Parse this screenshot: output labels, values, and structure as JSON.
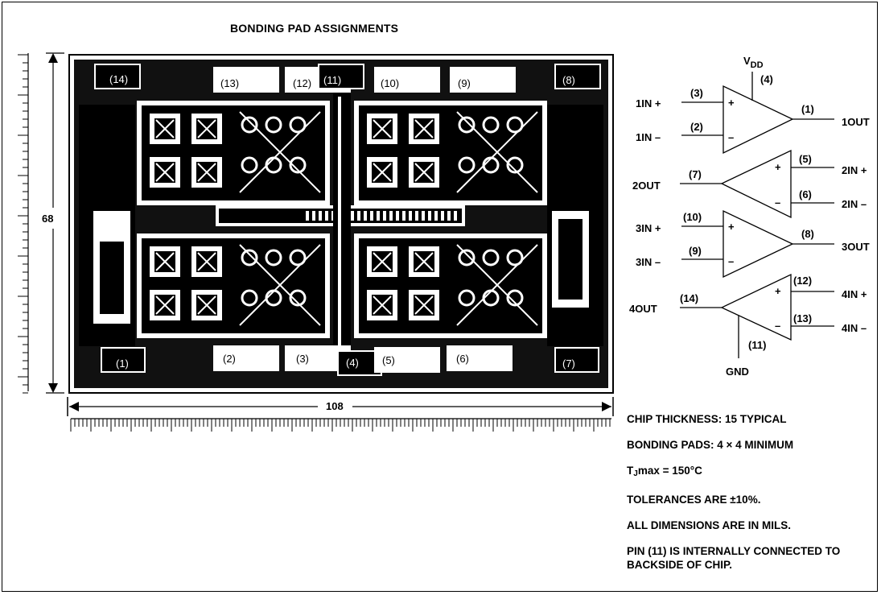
{
  "title": "BONDING PAD ASSIGNMENTS",
  "dimensions": {
    "height": "68",
    "width": "108"
  },
  "chip_pads": [
    {
      "id": "pad-14",
      "label": "(14)"
    },
    {
      "id": "pad-13",
      "label": "(13)"
    },
    {
      "id": "pad-12",
      "label": "(12)"
    },
    {
      "id": "pad-11",
      "label": "(11)"
    },
    {
      "id": "pad-10",
      "label": "(10)"
    },
    {
      "id": "pad-9",
      "label": "(9)"
    },
    {
      "id": "pad-8",
      "label": "(8)"
    },
    {
      "id": "pad-1",
      "label": "(1)"
    },
    {
      "id": "pad-2",
      "label": "(2)"
    },
    {
      "id": "pad-3",
      "label": "(3)"
    },
    {
      "id": "pad-4",
      "label": "(4)"
    },
    {
      "id": "pad-5",
      "label": "(5)"
    },
    {
      "id": "pad-6",
      "label": "(6)"
    },
    {
      "id": "pad-7",
      "label": "(7)"
    }
  ],
  "schematic": {
    "vdd": {
      "main": "V",
      "sub": "DD",
      "pin": "(4)"
    },
    "gnd": {
      "label": "GND",
      "pin": "(11)"
    },
    "amp1": {
      "in_plus": "1IN +",
      "in_plus_pin": "(3)",
      "in_minus": "1IN –",
      "in_minus_pin": "(2)",
      "out": "1OUT",
      "out_pin": "(1)"
    },
    "amp2": {
      "in_plus": "2IN +",
      "in_plus_pin": "(5)",
      "in_minus": "2IN –",
      "in_minus_pin": "(6)",
      "out": "2OUT",
      "out_pin": "(7)"
    },
    "amp3": {
      "in_plus": "3IN +",
      "in_plus_pin": "(10)",
      "in_minus": "3IN –",
      "in_minus_pin": "(9)",
      "out": "3OUT",
      "out_pin": "(8)"
    },
    "amp4": {
      "in_plus": "4IN +",
      "in_plus_pin": "(12)",
      "in_minus": "4IN –",
      "in_minus_pin": "(13)",
      "out": "4OUT",
      "out_pin": "(14)"
    },
    "plus_sign": "+",
    "minus_sign": "–"
  },
  "notes": {
    "thickness": "CHIP THICKNESS: 15 TYPICAL",
    "pads": "BONDING PADS: 4 × 4 MINIMUM",
    "tj_prefix": "T",
    "tj_sub": "J",
    "tj_suffix": "max = 150°C",
    "tolerances": "TOLERANCES ARE ±10%.",
    "units": "ALL DIMENSIONS ARE IN MILS.",
    "pin11": "PIN (11) IS INTERNALLY CONNECTED TO BACKSIDE OF CHIP."
  }
}
